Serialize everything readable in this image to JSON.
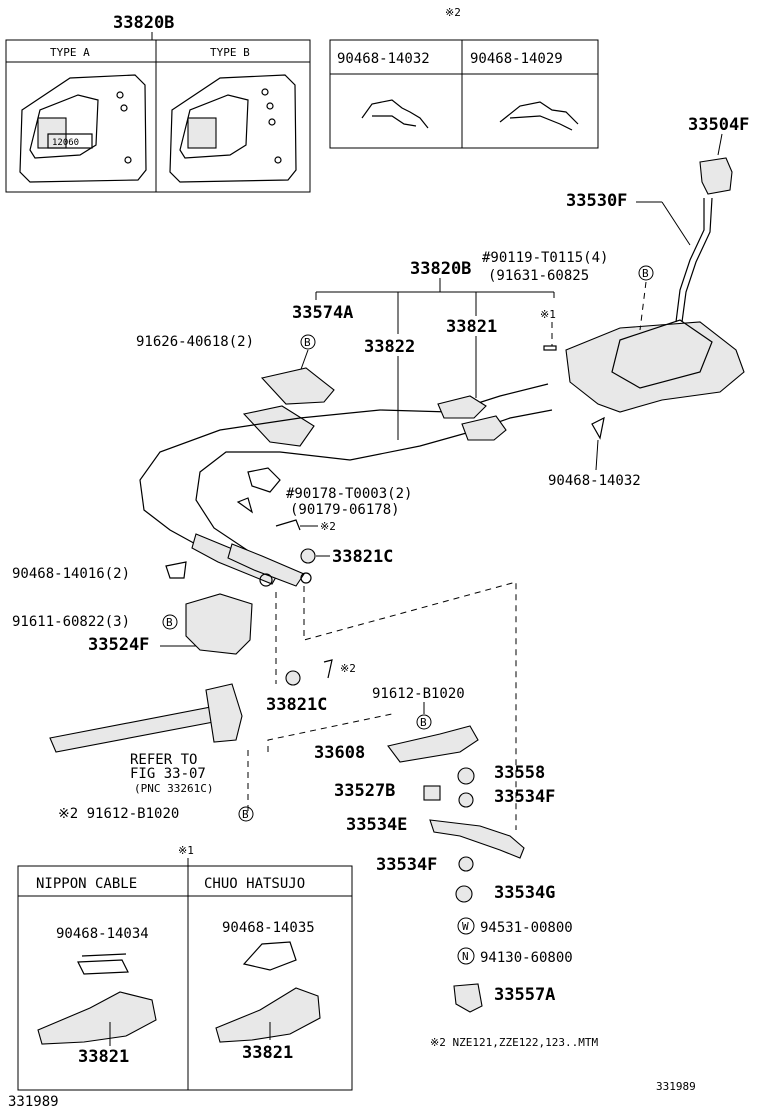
{
  "inset_top_left": {
    "title": "33820B",
    "type_a": "TYPE A",
    "type_b": "TYPE B",
    "plate_number": "12060"
  },
  "inset_top_right": {
    "mark": "※2",
    "col1": "90468-14032",
    "col2": "90468-14029"
  },
  "inset_bottom": {
    "mark": "※1",
    "col1_header": "NIPPON CABLE",
    "col2_header": "CHUO HATSUJO",
    "col1_clip": "90468-14034",
    "col2_clip": "90468-14035",
    "col1_part": "33821",
    "col2_part": "33821"
  },
  "callouts": {
    "p33504F": "33504F",
    "p33530F": "33530F",
    "p90119": "#90119-T0115(4)",
    "p91631": "(91631-60825",
    "p33820B": "33820B",
    "p33574A": "33574A",
    "p33821": "33821",
    "p33822": "33822",
    "p91626": "91626-40618(2)",
    "mark1": "※1",
    "p90468_14032": "90468-14032",
    "p90178": "#90178-T0003(2)",
    "p90179": "(90179-06178)",
    "mark2a": "※2",
    "p33821C_a": "33821C",
    "p90468_14016": "90468-14016(2)",
    "p91611": "91611-60822(3)",
    "p33524F": "33524F",
    "mark2b": "※2",
    "p33821C_b": "33821C",
    "p91612_top": "91612-B1020",
    "refer1": "REFER TO",
    "refer2": "FIG 33-07",
    "refer3": "(PNC 33261C)",
    "p33608": "33608",
    "p33558": "33558",
    "p33527B": "33527B",
    "p33534F_a": "33534F",
    "p91612_bot": "※2 91612-B1020",
    "p33534E": "33534E",
    "p33534F_b": "33534F",
    "p33534G": "33534G",
    "p94531": "94531-00800",
    "p94130": "94130-60800",
    "p33557A": "33557A",
    "note2": "※2 NZE121,ZZE122,123..MTM",
    "b_letter": "B",
    "w_letter": "W",
    "n_letter": "N"
  },
  "footer": {
    "left_id": "331989",
    "right_id": "331989"
  }
}
